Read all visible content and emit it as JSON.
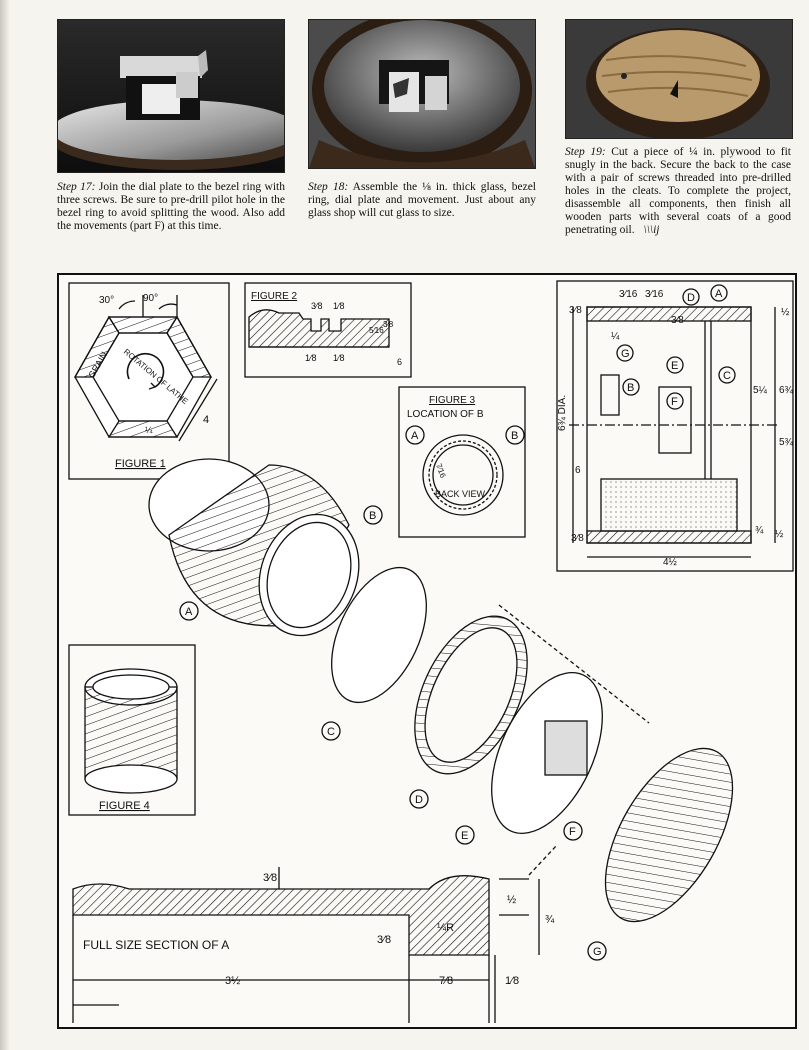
{
  "captions": {
    "step17": {
      "label": "Step 17:",
      "text": "Join the dial plate to the bezel ring with three screws. Be sure to pre-drill pilot hole in the bezel ring to avoid splitting the wood. Also add the movements (part F) at this time."
    },
    "step18": {
      "label": "Step 18:",
      "text": "Assemble the ⅛ in. thick glass, bezel ring, dial plate and movement. Just about any glass shop will cut glass to size."
    },
    "step19": {
      "label": "Step 19:",
      "text": "Cut a piece of ¼ in. plywood to fit snugly in the back. Secure the back to the case with a pair of screws threaded into pre-drilled holes in the cleats. To complete the project, disassemble all components, then finish all wooden parts with several coats of a good penetrating oil."
    },
    "signature": "\\\\\\ij"
  },
  "figure1": {
    "title": "FIGURE 1",
    "angle_30": "30°",
    "angle_90": "90°",
    "grain": "GRAIN",
    "rotation": "ROTATION OF LATHE",
    "dim_4": "4",
    "dim_quarter": "¼"
  },
  "figure2": {
    "title": "FIGURE 2",
    "d1": "3⁄8",
    "d2": "1⁄8",
    "d3": "5⁄16",
    "d4": "3⁄8",
    "d5": "1⁄8",
    "d6": "1⁄8",
    "d7": "6"
  },
  "figure3": {
    "title": "FIGURE 3",
    "subtitle": "LOCATION OF B",
    "label_a": "A",
    "label_b": "B",
    "dim": "7⁄16",
    "back_view": "BACK VIEW"
  },
  "figure4": {
    "title": "FIGURE 4"
  },
  "section_view": {
    "labels": [
      "D",
      "A",
      "G",
      "B",
      "E",
      "F",
      "C"
    ],
    "dia": "6¾ DIA.",
    "d_316a": "3⁄16",
    "d_316b": "3⁄16",
    "d_38a": "3⁄8",
    "d_38b": "3⁄8",
    "d_14": "¼",
    "d_12": "½",
    "d_5_14": "5¼",
    "d_6_34": "6¾",
    "d_5_34": "5¾",
    "d_6": "6",
    "d_34": "¾",
    "d_12b": "½",
    "d_38c": "3⁄8",
    "d_4_12": "4½"
  },
  "exploded": {
    "labels": [
      "A",
      "B",
      "C",
      "D",
      "E",
      "F",
      "G"
    ]
  },
  "full_section": {
    "title": "FULL SIZE SECTION OF A",
    "d_38_top": "3⁄8",
    "d_38_mid": "3⁄8",
    "d_14r": "¼R",
    "d_12": "½",
    "d_34": "¾",
    "d_3_12": "3½",
    "d_78": "7⁄8",
    "d_18": "1⁄8"
  }
}
